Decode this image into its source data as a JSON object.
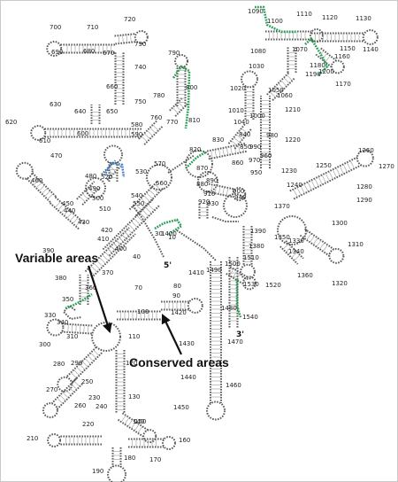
{
  "colors": {
    "backbone": "#5a5a5a",
    "pair": "#a8a8a8",
    "variable": "#2a9d57",
    "loop_blue": "#3d7fc4",
    "text": "#111111",
    "frame": "#c9c9c9"
  },
  "annotations": {
    "variable": "Variable areas",
    "conserved": "Conserved areas"
  },
  "ends": {
    "five_prime": "5'",
    "three_prime": "3'"
  },
  "position_labels": [
    "10",
    "30",
    "40",
    "70",
    "80",
    "90",
    "100",
    "110",
    "120",
    "130",
    "140",
    "150",
    "160",
    "170",
    "180",
    "190",
    "210",
    "220",
    "230",
    "240",
    "250",
    "260",
    "270",
    "280",
    "290",
    "300",
    "310",
    "330",
    "340",
    "350",
    "360",
    "370",
    "380",
    "390",
    "400",
    "410",
    "420",
    "430",
    "440",
    "450",
    "460",
    "470",
    "480",
    "490",
    "500",
    "510",
    "520",
    "530",
    "540",
    "550",
    "560",
    "570",
    "580",
    "590",
    "600",
    "610",
    "620",
    "630",
    "640",
    "650",
    "660",
    "670",
    "680",
    "690",
    "700",
    "710",
    "720",
    "730",
    "740",
    "750",
    "760",
    "770",
    "780",
    "790",
    "800",
    "810",
    "820",
    "830",
    "840",
    "850",
    "860",
    "870",
    "880",
    "890",
    "900",
    "910",
    "920",
    "930",
    "940",
    "950",
    "960",
    "970",
    "980",
    "990",
    "1000",
    "1010",
    "1020",
    "1030",
    "1040",
    "1050",
    "1060",
    "1070",
    "1080",
    "1090",
    "1100",
    "1110",
    "1120",
    "1130",
    "1140",
    "1150",
    "1160",
    "1170",
    "1180",
    "1190",
    "1200",
    "1210",
    "1220",
    "1230",
    "1240",
    "1250",
    "1260",
    "1270",
    "1280",
    "1290",
    "1300",
    "1310",
    "1320",
    "1330",
    "1340",
    "1350",
    "1360",
    "1370",
    "1380",
    "1390",
    "1400",
    "1410",
    "1420",
    "1430",
    "1440",
    "1450",
    "1460",
    "1470",
    "1480",
    "1490",
    "1500",
    "1510",
    "1520",
    "1530",
    "1540"
  ]
}
